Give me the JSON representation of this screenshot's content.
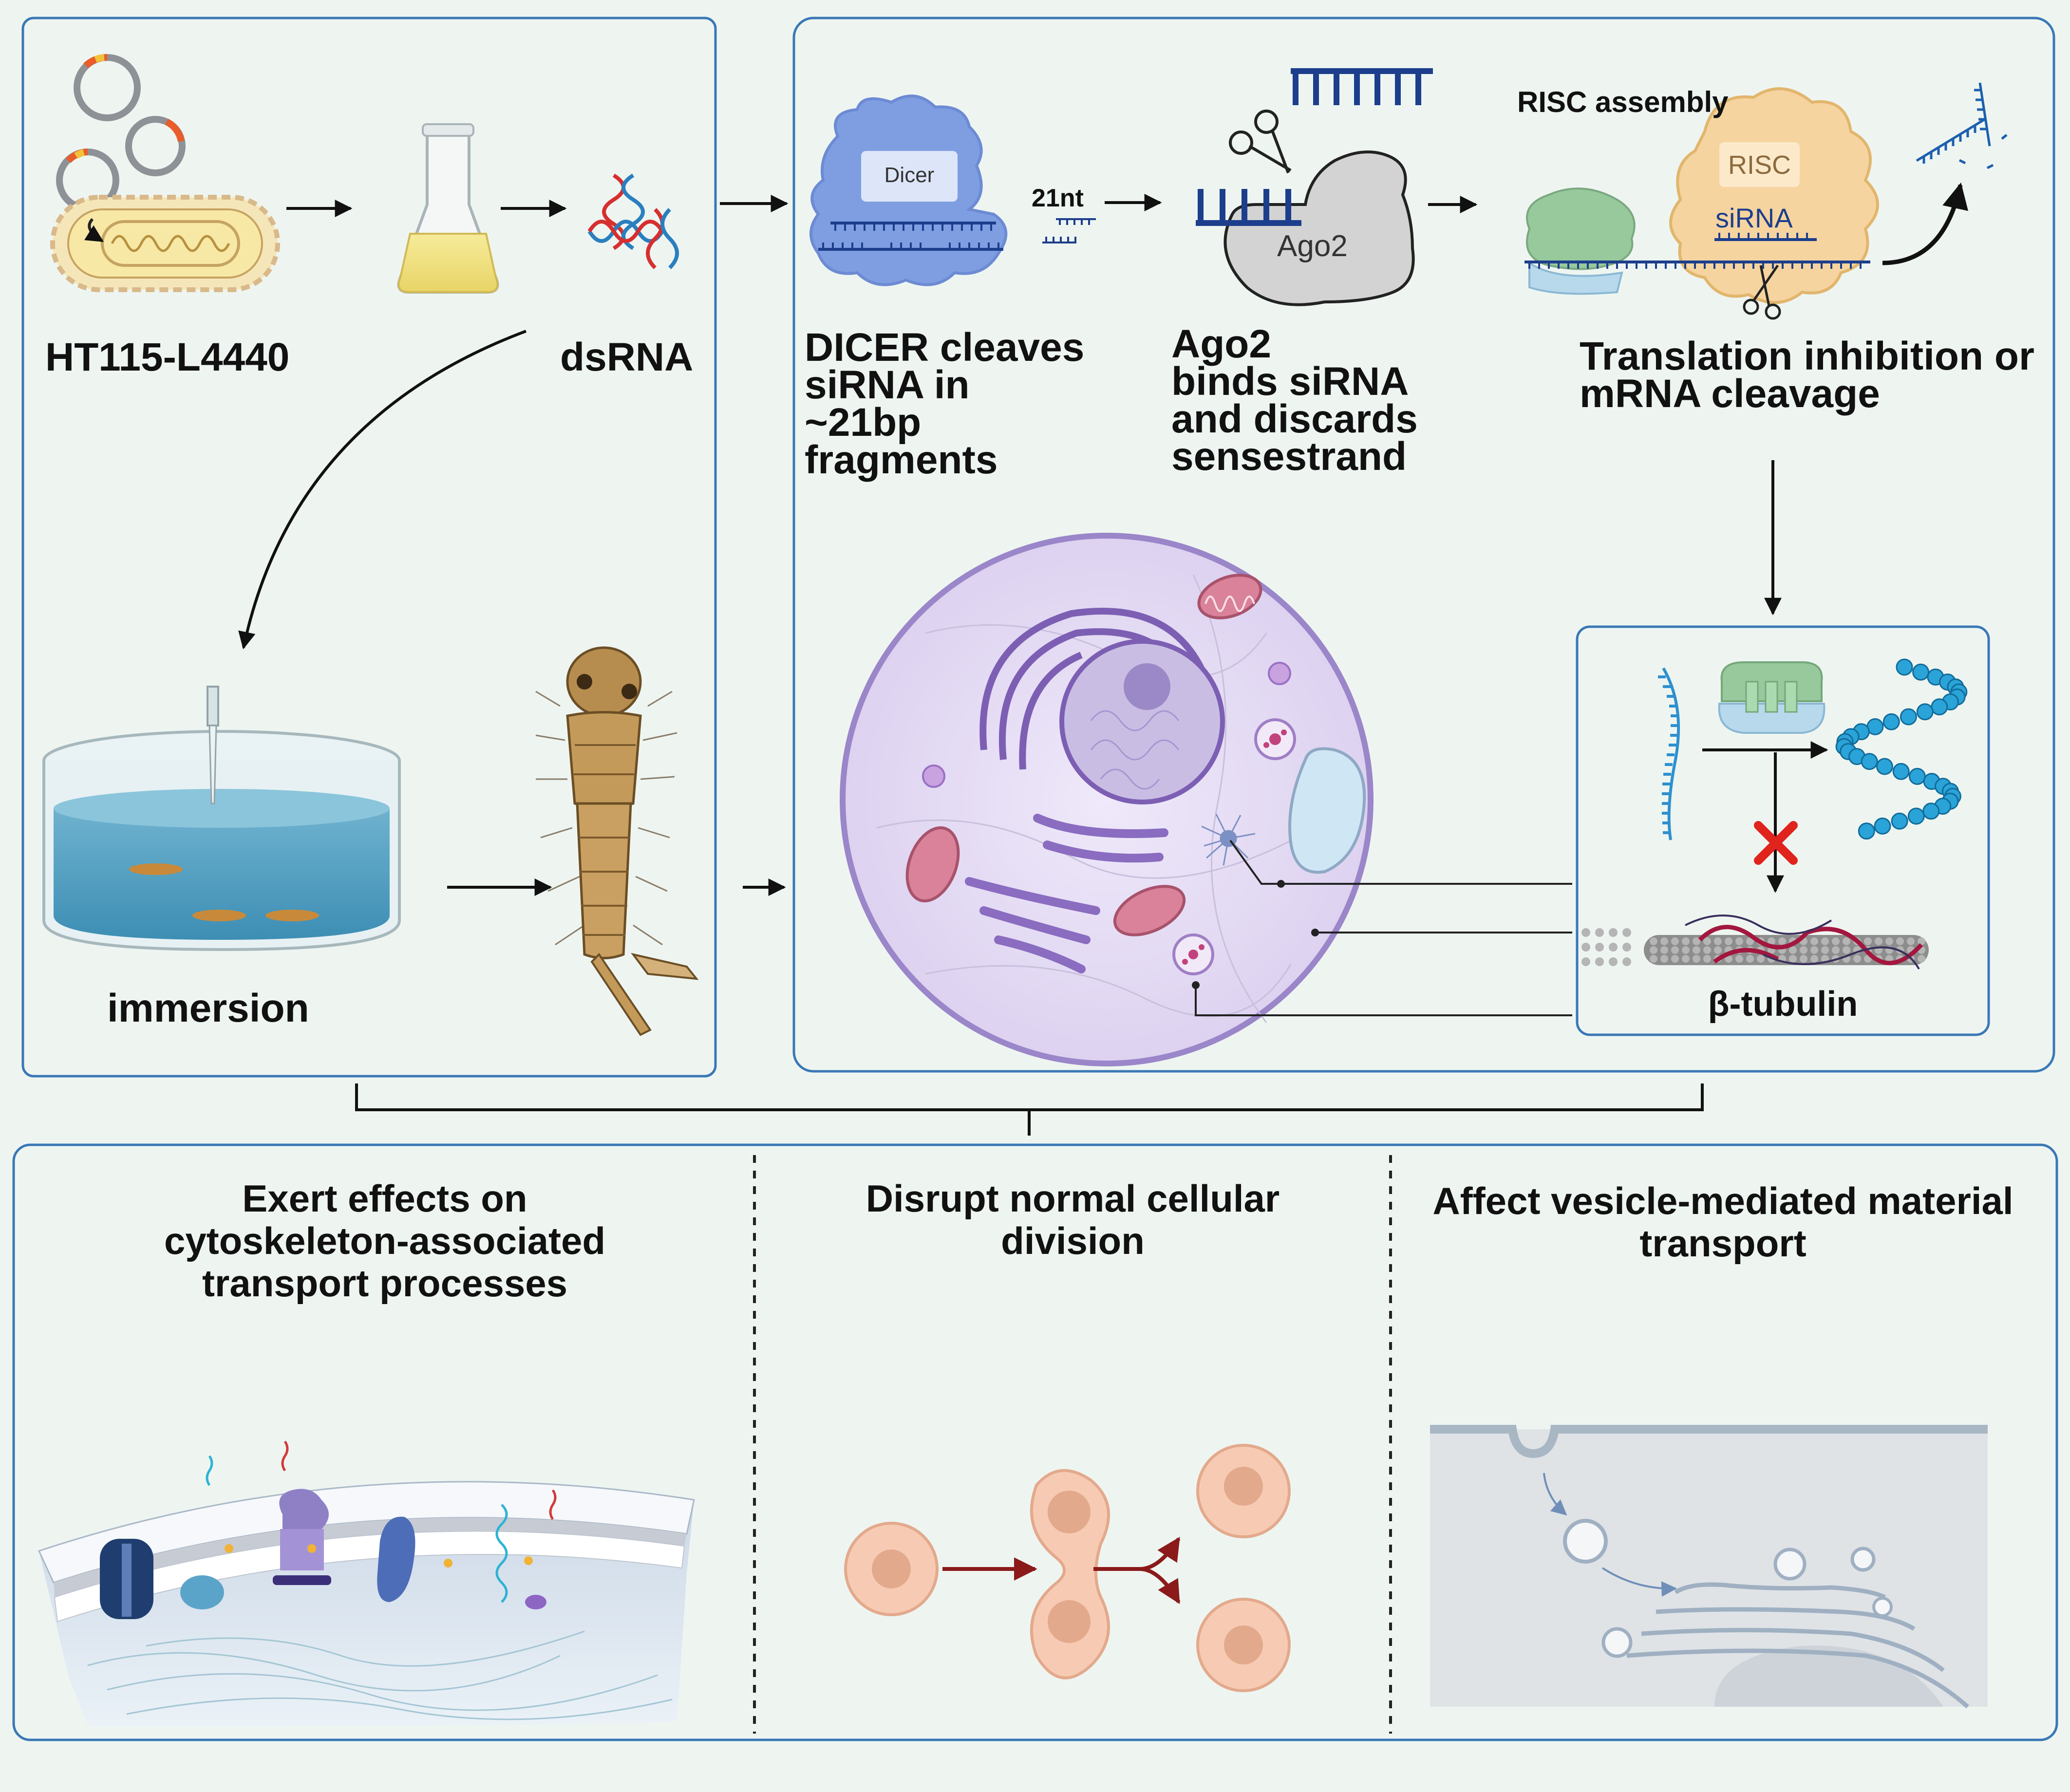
{
  "bacteria": {
    "label": "HT115-L4440"
  },
  "dsrna": {
    "label": "dsRNA"
  },
  "immersion": {
    "label": "immersion"
  },
  "dicer": {
    "protein_label": "Dicer",
    "fragment_label": "21nt",
    "caption_lines": [
      "DICER cleaves",
      "siRNA in",
      "~21bp",
      "fragments"
    ]
  },
  "ago2": {
    "protein_label": "Ago2",
    "caption_lines": [
      "Ago2",
      "binds siRNA",
      "and discards",
      "sensestrand"
    ]
  },
  "risc": {
    "title": "RISC assembly",
    "complex_label": "RISC",
    "sirna_label": "siRNA",
    "caption_lines": [
      "Translation inhibition or",
      "mRNA cleavage"
    ]
  },
  "tubulin_box": {
    "label": "β-tubulin"
  },
  "effects": [
    {
      "lines": [
        "Exert effects on",
        "cytoskeleton-associated",
        "transport processes"
      ]
    },
    {
      "lines": [
        "Disrupt normal cellular",
        "division"
      ]
    },
    {
      "lines": [
        "Affect vesicle-mediated material",
        "transport"
      ]
    }
  ],
  "colors": {
    "panel_border": "#3a78b5",
    "background": "#eef5f1",
    "dicer_blue": "#7f9ee2",
    "ago2_gray": "#d3d3d3",
    "risc_orange": "#f6d49f",
    "rna_navy": "#1c3e8c",
    "cell_purple": "#e4dcf3",
    "division_red": "#9b2226",
    "blocked_red": "#e0231c"
  }
}
